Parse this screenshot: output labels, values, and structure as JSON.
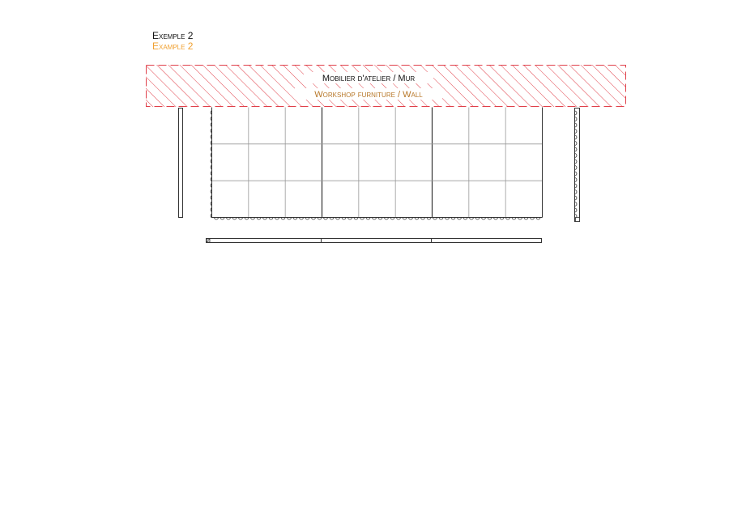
{
  "title": {
    "fr": "Exemple 2",
    "en": "Example 2"
  },
  "wall_band": {
    "label_fr": "Mobilier d'atelier / Mur",
    "label_en": "Workshop furniture / Wall"
  },
  "colors": {
    "hatch": "#e0404a",
    "english_text": "#b8782a",
    "title_en": "#f0a030",
    "line": "#333333",
    "grid_line": "#999999"
  },
  "tile_layout": {
    "panels": 3,
    "columns_per_panel": 3,
    "rows": 3
  }
}
